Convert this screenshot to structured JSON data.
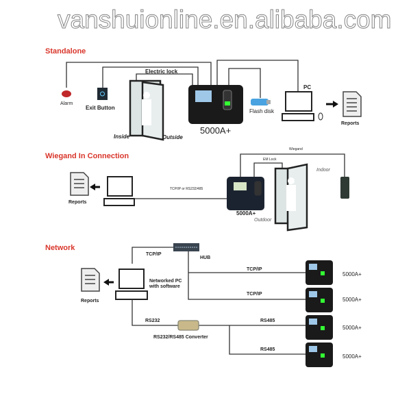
{
  "standalone": {
    "title": "Standalone",
    "alarm": "Alarm",
    "exit_button": "Exit Button",
    "electric_lock": "Electric lock",
    "inside": "Inside",
    "outside": "Outside",
    "device": "5000A+",
    "flash_disk": "Flash disk",
    "pc": "PC",
    "reports": "Reports"
  },
  "wiegand": {
    "title": "Wiegand In Connection",
    "reports": "Reports",
    "link": "TCP/IP or RS232/485",
    "device": "5000A+",
    "outdoor": "Outdoor",
    "indoor": "Indoor",
    "wiegand": "Wiegand",
    "em_lock": "EM Lock"
  },
  "network": {
    "title": "Network",
    "tcpip": "TCP/IP",
    "hub": "HUB",
    "pc": "Networked PC with software",
    "reports": "Reports",
    "rs232": "RS232",
    "converter": "RS232/RS485 Converter",
    "line1": "TCP/IP",
    "line2": "TCP/IP",
    "line3": "RS485",
    "line4": "RS485",
    "devices": [
      "5000A+",
      "5000A+",
      "5000A+",
      "5000A+"
    ]
  },
  "watermark": "vanshuionline.en.alibaba.com"
}
